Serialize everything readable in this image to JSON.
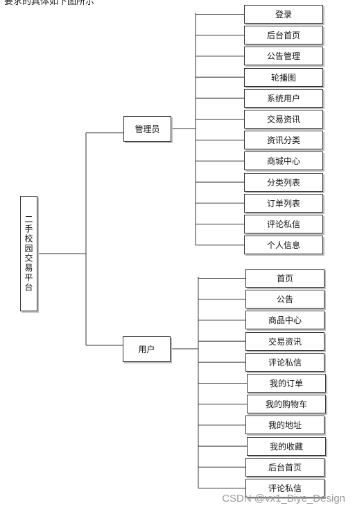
{
  "header_fragment": "要求的具体如下图所示",
  "root": {
    "label": "二手校园交易平台"
  },
  "groups": [
    {
      "label": "管理员",
      "items": [
        "登录",
        "后台首页",
        "公告管理",
        "轮播图",
        "系统用户",
        "交易资讯",
        "资讯分类",
        "商城中心",
        "分类列表",
        "订单列表",
        "评论私信",
        "个人信息"
      ]
    },
    {
      "label": "用户",
      "items": [
        "首页",
        "公告",
        "商品中心",
        "交易资讯",
        "评论私信",
        "我的订单",
        "我的购物车",
        "我的地址",
        "我的收藏",
        "后台首页",
        "评论私信"
      ]
    }
  ],
  "watermark": "CSDN @vx1_Biye_Design",
  "colors": {
    "line": "#333333",
    "shadow": "#bdbdbd",
    "watermark": "#9a9a9a"
  }
}
